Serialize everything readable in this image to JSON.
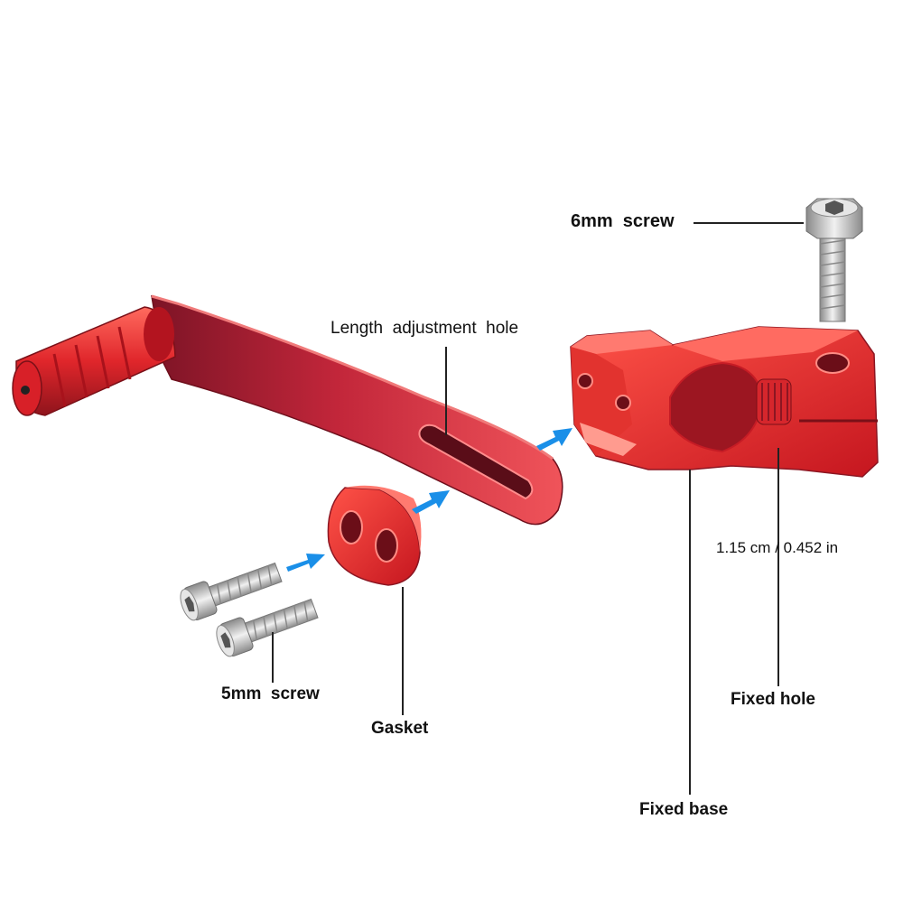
{
  "labels": {
    "screw_6mm": "6mm  screw",
    "length_hole": "Length  adjustment  hole",
    "dimension": "1.15 cm / 0.452 in",
    "fixed_hole": "Fixed hole",
    "screw_5mm": "5mm  screw",
    "gasket": "Gasket",
    "fixed_base": "Fixed base"
  },
  "colors": {
    "part_red": "#e0262b",
    "part_dark_red": "#8c1622",
    "arrow_blue": "#1a8fe8",
    "metal": "#c9c9c9",
    "leader_line": "#222222"
  }
}
